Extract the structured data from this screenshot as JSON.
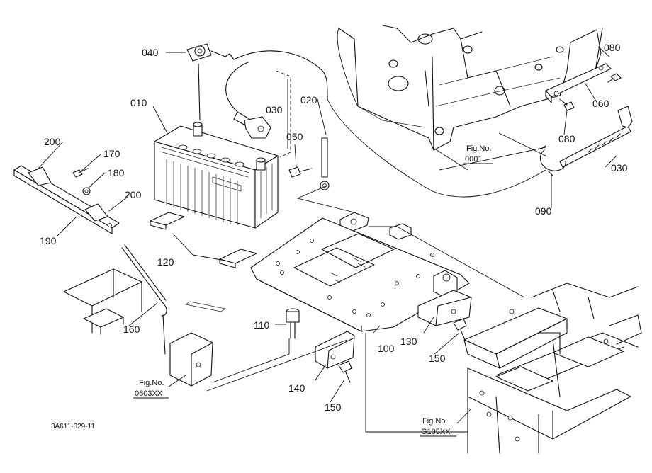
{
  "parts": {
    "p010": "010",
    "p020": "020",
    "p030a": "030",
    "p030b": "030",
    "p040": "040",
    "p050": "050",
    "p060": "060",
    "p080a": "080",
    "p080b": "080",
    "p090": "090",
    "p100": "100",
    "p110": "110",
    "p120": "120",
    "p130": "130",
    "p140": "140",
    "p150a": "150",
    "p150b": "150",
    "p160": "160",
    "p170": "170",
    "p180": "180",
    "p190": "190",
    "p200a": "200",
    "p200b": "200"
  },
  "figure_refs": {
    "ref1": {
      "title": "Fig.No.",
      "number": "0001"
    },
    "ref2": {
      "title": "Fig.No.",
      "number": "0603XX"
    },
    "ref3": {
      "title": "Fig.No.",
      "number": "G105XX"
    }
  },
  "drawing_code": "3A611-029-11"
}
